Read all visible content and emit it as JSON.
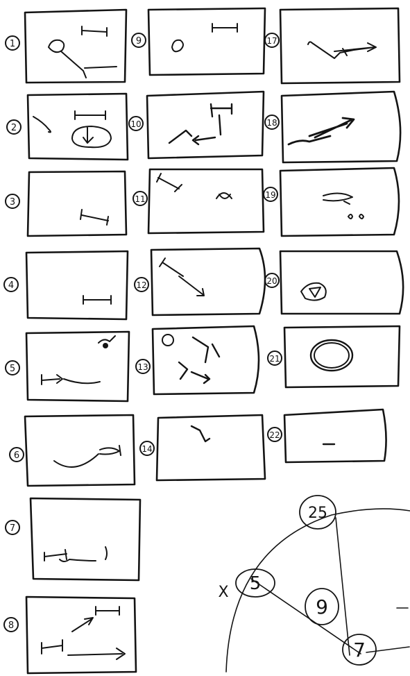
{
  "frames": [
    {
      "id": "1",
      "label": "1"
    },
    {
      "id": "2",
      "label": "2"
    },
    {
      "id": "3",
      "label": "3"
    },
    {
      "id": "4",
      "label": "4"
    },
    {
      "id": "5",
      "label": "5"
    },
    {
      "id": "6",
      "label": "6"
    },
    {
      "id": "7",
      "label": "7"
    },
    {
      "id": "8",
      "label": "8"
    },
    {
      "id": "9",
      "label": "9"
    },
    {
      "id": "10",
      "label": "10"
    },
    {
      "id": "11",
      "label": "11"
    },
    {
      "id": "12",
      "label": "12"
    },
    {
      "id": "13",
      "label": "13"
    },
    {
      "id": "14",
      "label": "14"
    },
    {
      "id": "17",
      "label": "17"
    },
    {
      "id": "18",
      "label": "18"
    },
    {
      "id": "19",
      "label": "19"
    },
    {
      "id": "20",
      "label": "20"
    },
    {
      "id": "21",
      "label": "21"
    },
    {
      "id": "22",
      "label": "22"
    }
  ],
  "diagram": {
    "labels": [
      "25",
      "5",
      "9",
      "7"
    ],
    "mark": "X"
  },
  "colors": {
    "ink": "#141414",
    "paper": "#ffffff"
  }
}
